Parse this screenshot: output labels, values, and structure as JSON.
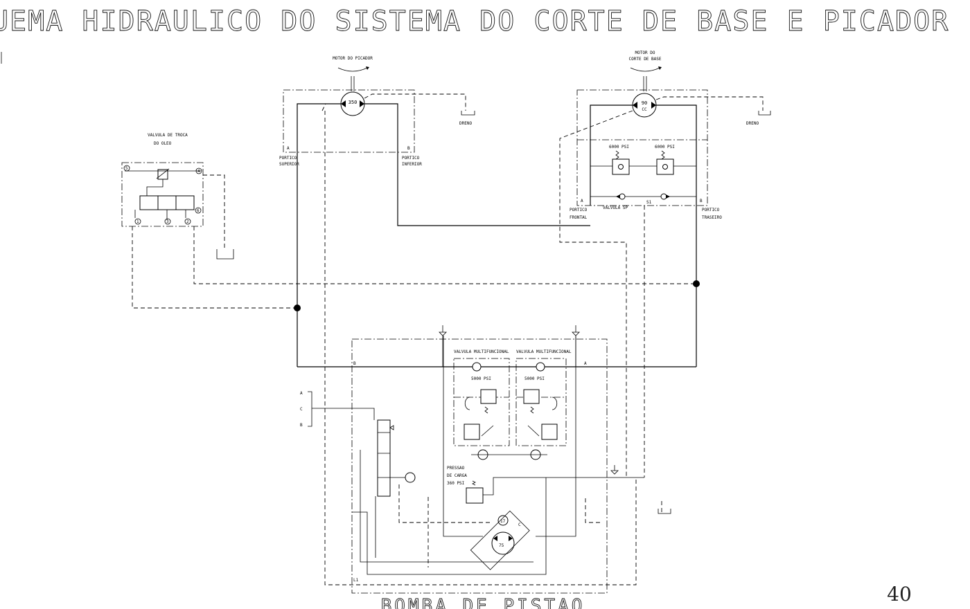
{
  "title": "ESQUEMA HIDRAULICO DO SISTEMA DO CORTE DE BASE E PICADOR",
  "page_number": "40",
  "bottom_title": "BOMBA DE PISTAO",
  "motor_picador": {
    "label": "MOTOR DO PICADOR",
    "displacement": "350",
    "port_a_letter": "A",
    "port_b_letter": "B",
    "port_superior_l1": "PORTICO",
    "port_superior_l2": "SUPERIOR",
    "port_inferior_l1": "PORTICO",
    "port_inferior_l2": "INFERIOR",
    "drain": "DRENO"
  },
  "motor_corte": {
    "label_l1": "MOTOR DO",
    "label_l2": "CORTE DE BASE",
    "displacement": "90",
    "unit": "CC",
    "relief_left": "6000 PSI",
    "relief_right": "6000 PSI",
    "valve_sp": "VALVULA SP",
    "s1": "S1",
    "port_a_letter": "A",
    "port_b_letter": "B",
    "port_frontal_l1": "PORTICO",
    "port_frontal_l2": "FRONTAL",
    "port_traseiro_l1": "PORTICO",
    "port_traseiro_l2": "TRASEIRO",
    "drain": "DRENO"
  },
  "valvula_troca": {
    "label_l1": "VALVULA DE TROCA",
    "label_l2": "DO OLEO",
    "port1": "1",
    "port2": "2",
    "port3": "3",
    "port4": "4",
    "port5": "5",
    "port6": "6"
  },
  "bomba": {
    "port_b": "B",
    "port_a": "A",
    "valve_left": "VALVULA MULTIFUNCIONAL",
    "valve_right": "VALVULA MULTIFUNCIONAL",
    "relief_left": "5000 PSI",
    "relief_right": "5000 PSI",
    "charge_l1": "PRESSAO",
    "charge_l2": "DE CARGA",
    "charge_l3": "360 PSI",
    "displacement": "75",
    "charge_pump": "17",
    "l1": "L1",
    "ctrl_a": "A",
    "ctrl_c": "C",
    "ctrl_b": "B"
  }
}
